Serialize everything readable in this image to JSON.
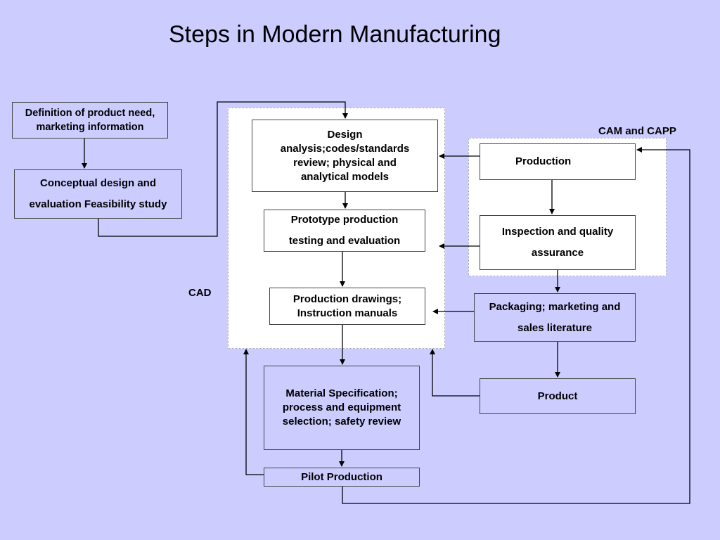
{
  "title": "Steps in Modern Manufacturing",
  "labels": {
    "cad": "CAD",
    "cam_capp": "CAM and CAPP"
  },
  "boxes": {
    "definition": "Definition of product need, marketing information",
    "conceptual": "Conceptual design and evaluation Feasibility study",
    "design_analysis": "Design analysis;codes/standards review; physical and analytical models",
    "prototype": "Prototype production testing and evaluation",
    "drawings": "Production drawings; Instruction manuals",
    "material": "Material Specification; process and equipment selection; safety review",
    "pilot": "Pilot Production",
    "production": "Production",
    "inspection": "Inspection and quality assurance",
    "packaging": "Packaging; marketing and sales literature",
    "product": "Product"
  },
  "colors": {
    "background": "#ccccff",
    "region_fill": "#ffffff",
    "line": "#000000"
  }
}
